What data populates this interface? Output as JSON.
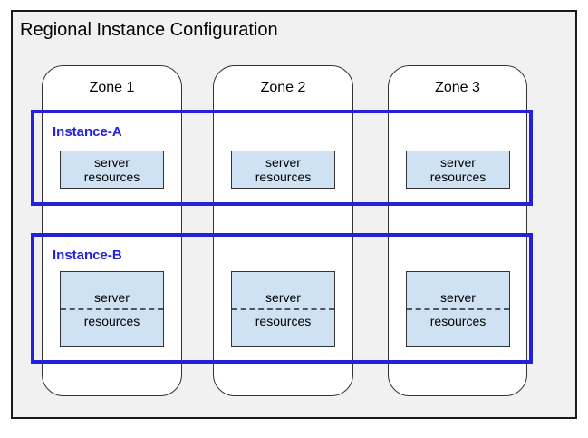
{
  "title": "Regional Instance Configuration",
  "zones": [
    {
      "label": "Zone 1"
    },
    {
      "label": "Zone 2"
    },
    {
      "label": "Zone 3"
    }
  ],
  "instances": [
    {
      "label": "Instance-A"
    },
    {
      "label": "Instance-B"
    }
  ],
  "server_box": {
    "line1": "server",
    "line2": "resources"
  },
  "colors": {
    "instance_border": "#2222dd",
    "instance_label_text": "#2222dd",
    "server_box_fill": "#cfe2f3",
    "frame_fill": "#f1f1f1",
    "zone_fill": "#ffffff",
    "border_dark": "#1a1a1a"
  }
}
